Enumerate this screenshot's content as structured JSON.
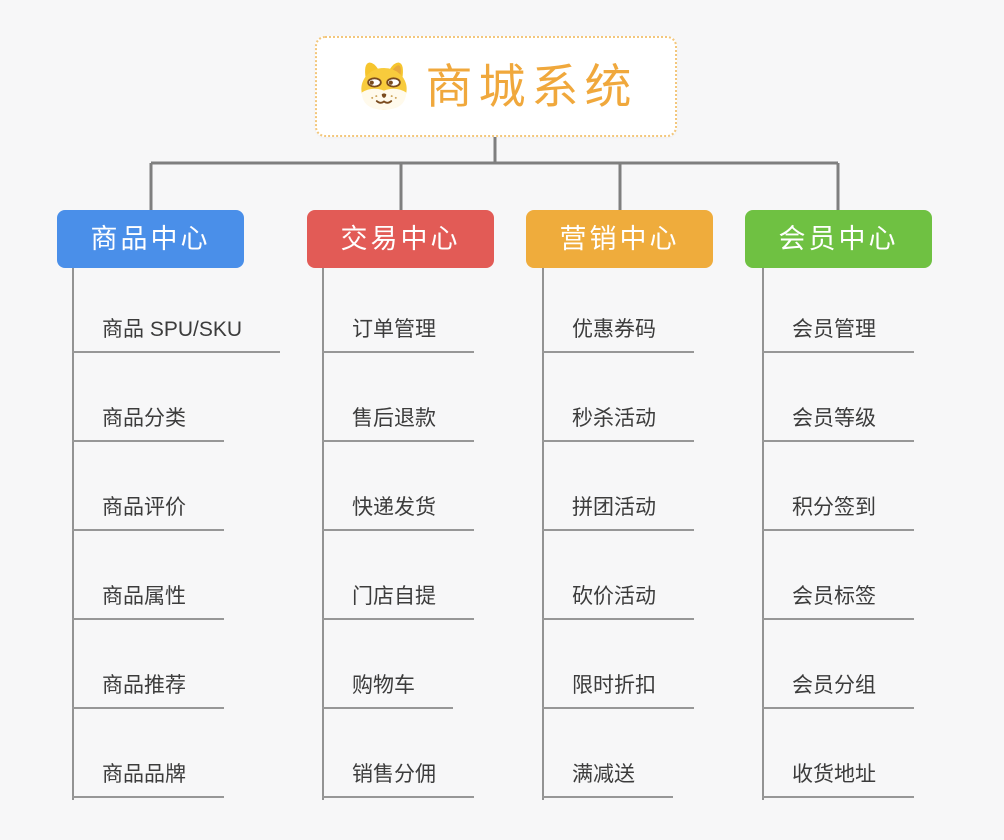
{
  "root": {
    "label": "商城系统",
    "icon": "dog-face-icon",
    "text_color": "#F0A83C",
    "border_color": "#F3C77C",
    "background": "#FFFFFF"
  },
  "branches": [
    {
      "label": "商品中心",
      "color": "#4A8FE9",
      "children": [
        "商品 SPU/SKU",
        "商品分类",
        "商品评价",
        "商品属性",
        "商品推荐",
        "商品品牌"
      ]
    },
    {
      "label": "交易中心",
      "color": "#E25B56",
      "children": [
        "订单管理",
        "售后退款",
        "快递发货",
        "门店自提",
        "购物车",
        "销售分佣"
      ]
    },
    {
      "label": "营销中心",
      "color": "#EFAC3C",
      "children": [
        "优惠券码",
        "秒杀活动",
        "拼团活动",
        "砍价活动",
        "限时折扣",
        "满减送"
      ]
    },
    {
      "label": "会员中心",
      "color": "#6FC142",
      "children": [
        "会员管理",
        "会员等级",
        "积分签到",
        "会员标签",
        "会员分组",
        "收货地址"
      ]
    }
  ],
  "colors": {
    "background": "#F7F7F8",
    "connector_line": "#7F7F7F",
    "child_line": "#979797",
    "child_text": "#3C3C3C"
  }
}
